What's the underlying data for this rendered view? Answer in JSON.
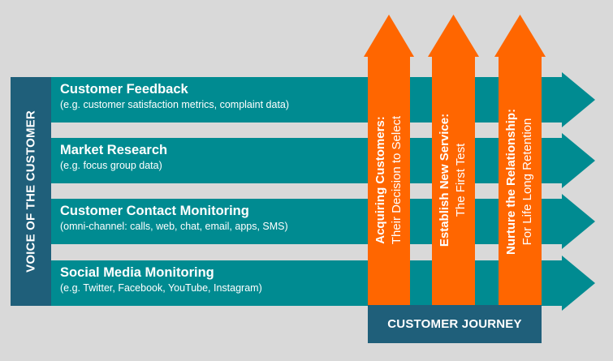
{
  "colors": {
    "background": "#d9d9d9",
    "teal_bar": "#008b91",
    "dark_blue": "#1f5f7a",
    "orange": "#ff6600",
    "text": "#ffffff"
  },
  "voice_of_customer": {
    "label": "VOICE OF THE CUSTOMER"
  },
  "bars": [
    {
      "title": "Customer Feedback",
      "subtitle": "(e.g. customer satisfaction metrics, complaint data)"
    },
    {
      "title": "Market Research",
      "subtitle": "(e.g. focus group data)"
    },
    {
      "title": "Customer Contact Monitoring",
      "subtitle": "(omni-channel: calls,  web, chat, email, apps, SMS)"
    },
    {
      "title": "Social Media Monitoring",
      "subtitle": "(e.g. Twitter, Facebook, YouTube, Instagram)"
    }
  ],
  "stages": [
    {
      "title": "Acquiring Customers:",
      "subtitle": "Their Decision to Select"
    },
    {
      "title": "Establish New Service:",
      "subtitle": "The First Test"
    },
    {
      "title": "Nurture the Relationship:",
      "subtitle": "For Life Long Retention"
    }
  ],
  "customer_journey": {
    "label": "CUSTOMER JOURNEY"
  }
}
